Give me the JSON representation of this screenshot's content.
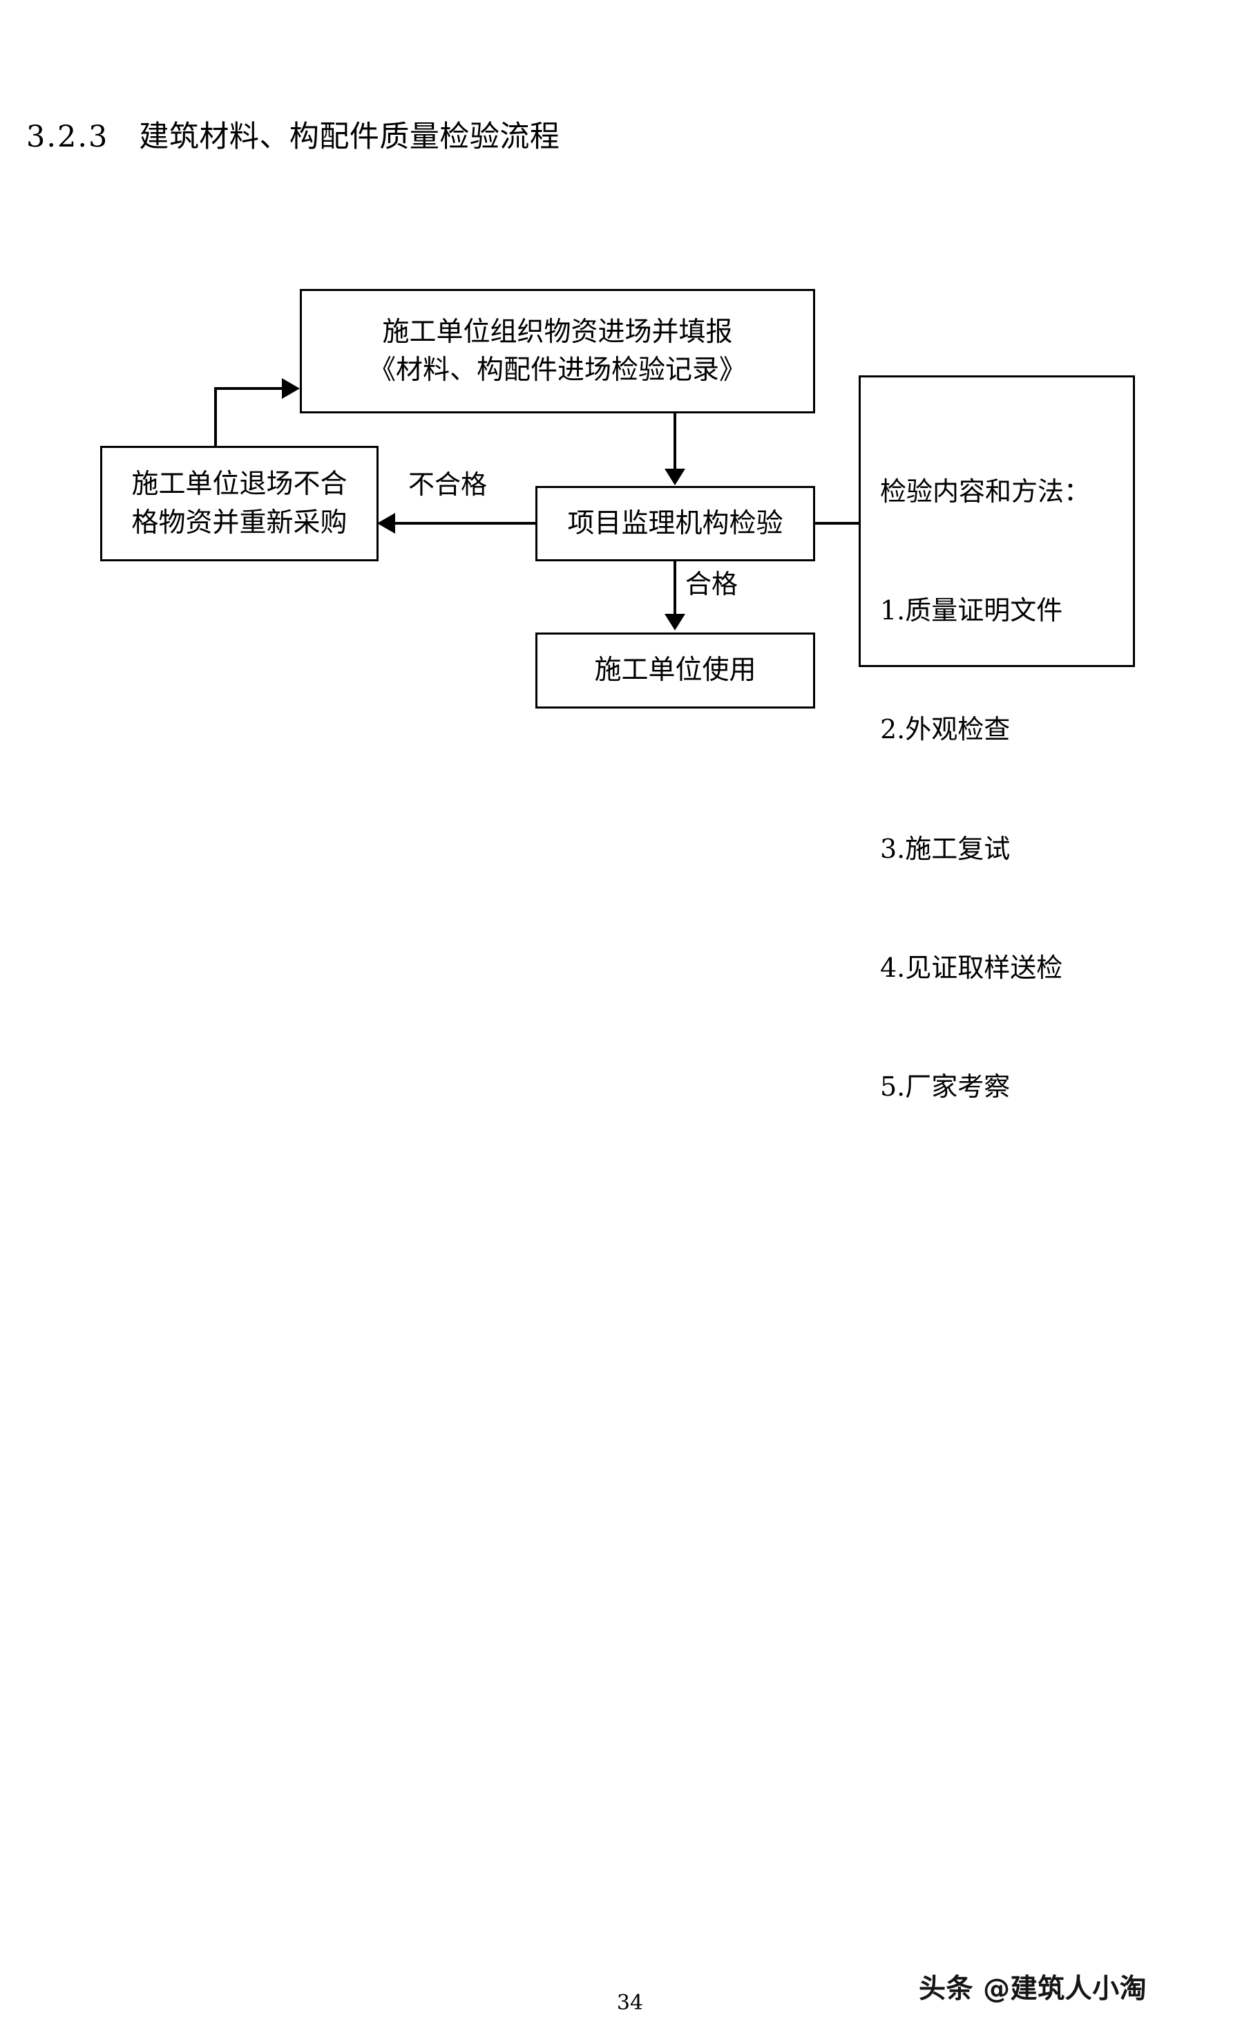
{
  "document": {
    "heading_number": "3.2.3",
    "heading_title": "建筑材料、构配件质量检验流程",
    "page_number": "34",
    "watermark": "头条 @建筑人小淘"
  },
  "flowchart": {
    "nodes": {
      "intake": {
        "line1": "施工单位组织物资进场并填报",
        "line2": "《材料、构配件进场检验记录》"
      },
      "reject": {
        "line1": "施工单位退场不合",
        "line2": "格物资并重新采购"
      },
      "inspect": {
        "label": "项目监理机构检验"
      },
      "use": {
        "label": "施工单位使用"
      },
      "methods": {
        "title": "检验内容和方法：",
        "items": [
          "1.质量证明文件",
          "2.外观检查",
          "3.施工复试",
          "4.见证取样送检",
          "5.厂家考察"
        ]
      }
    },
    "edges": {
      "fail_label": "不合格",
      "pass_label": "合格"
    }
  }
}
